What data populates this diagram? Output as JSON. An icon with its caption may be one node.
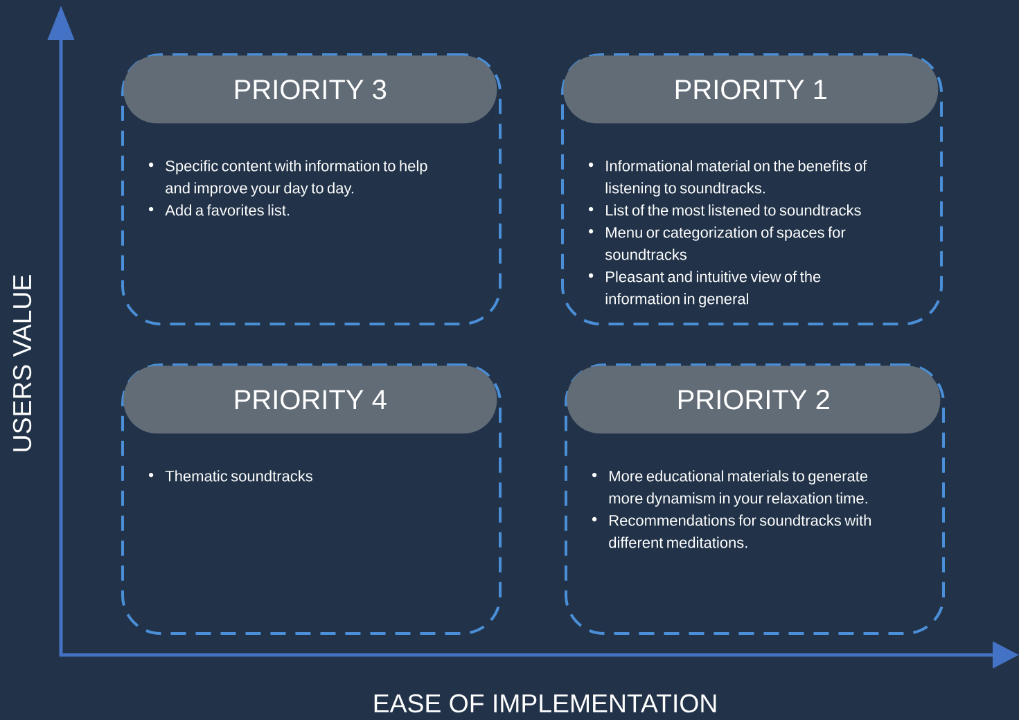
{
  "diagram": {
    "nodes": [
      {
        "text": [
          "Specific content with information to help and improve your day to day.",
          "Add a favorites list."
        ]
      },
      {
        "text": [
          "PRIORITY 3"
        ],
        "in": 0
      },
      {
        "text": [
          "Informational material on the benefits of listening to soundtracks.",
          "List of the most listened to soundtracks",
          "Menu or categorization of spaces for soundtracks",
          "Pleasant and intuitive view of the information in general"
        ]
      },
      {
        "text": [
          "PRIORITY 1"
        ],
        "in": 2
      },
      {
        "text": [
          "Thematic soundtracks"
        ]
      },
      {
        "text": [
          "PRIORITY 4"
        ],
        "in": 4
      },
      {
        "text": [
          "More educational materials to generate more dynamism in your relaxation time.",
          "Recommendations for soundtracks with different meditations."
        ]
      },
      {
        "text": [
          "PRIORITY 2"
        ],
        "in": 6
      }
    ],
    "labels": [
      "USERS VALUE",
      "EASE OF IMPLEMENTATION"
    ]
  }
}
